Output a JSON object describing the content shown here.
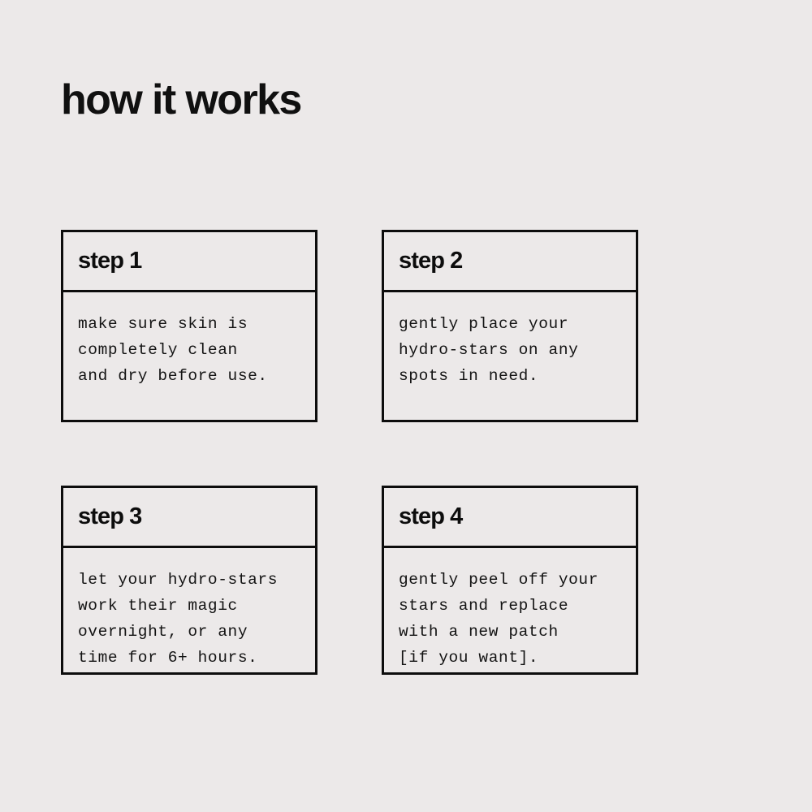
{
  "page": {
    "background_color": "#ECE9E9",
    "text_color": "#0D0D0D",
    "border_color": "#0D0D0D",
    "title": "how it works"
  },
  "steps": [
    {
      "header": "step 1",
      "lines": [
        "make sure skin is",
        "completely clean",
        "and dry before use."
      ]
    },
    {
      "header": "step 2",
      "lines": [
        "gently place your",
        "hydro-stars on any",
        "spots in need."
      ]
    },
    {
      "header": "step 3",
      "lines": [
        "let your hydro-stars",
        "work their magic",
        "overnight, or any",
        "time for 6+ hours."
      ]
    },
    {
      "header": "step 4",
      "lines": [
        "gently peel off your",
        "stars and replace",
        "with a new patch",
        "[if you want]."
      ]
    }
  ]
}
